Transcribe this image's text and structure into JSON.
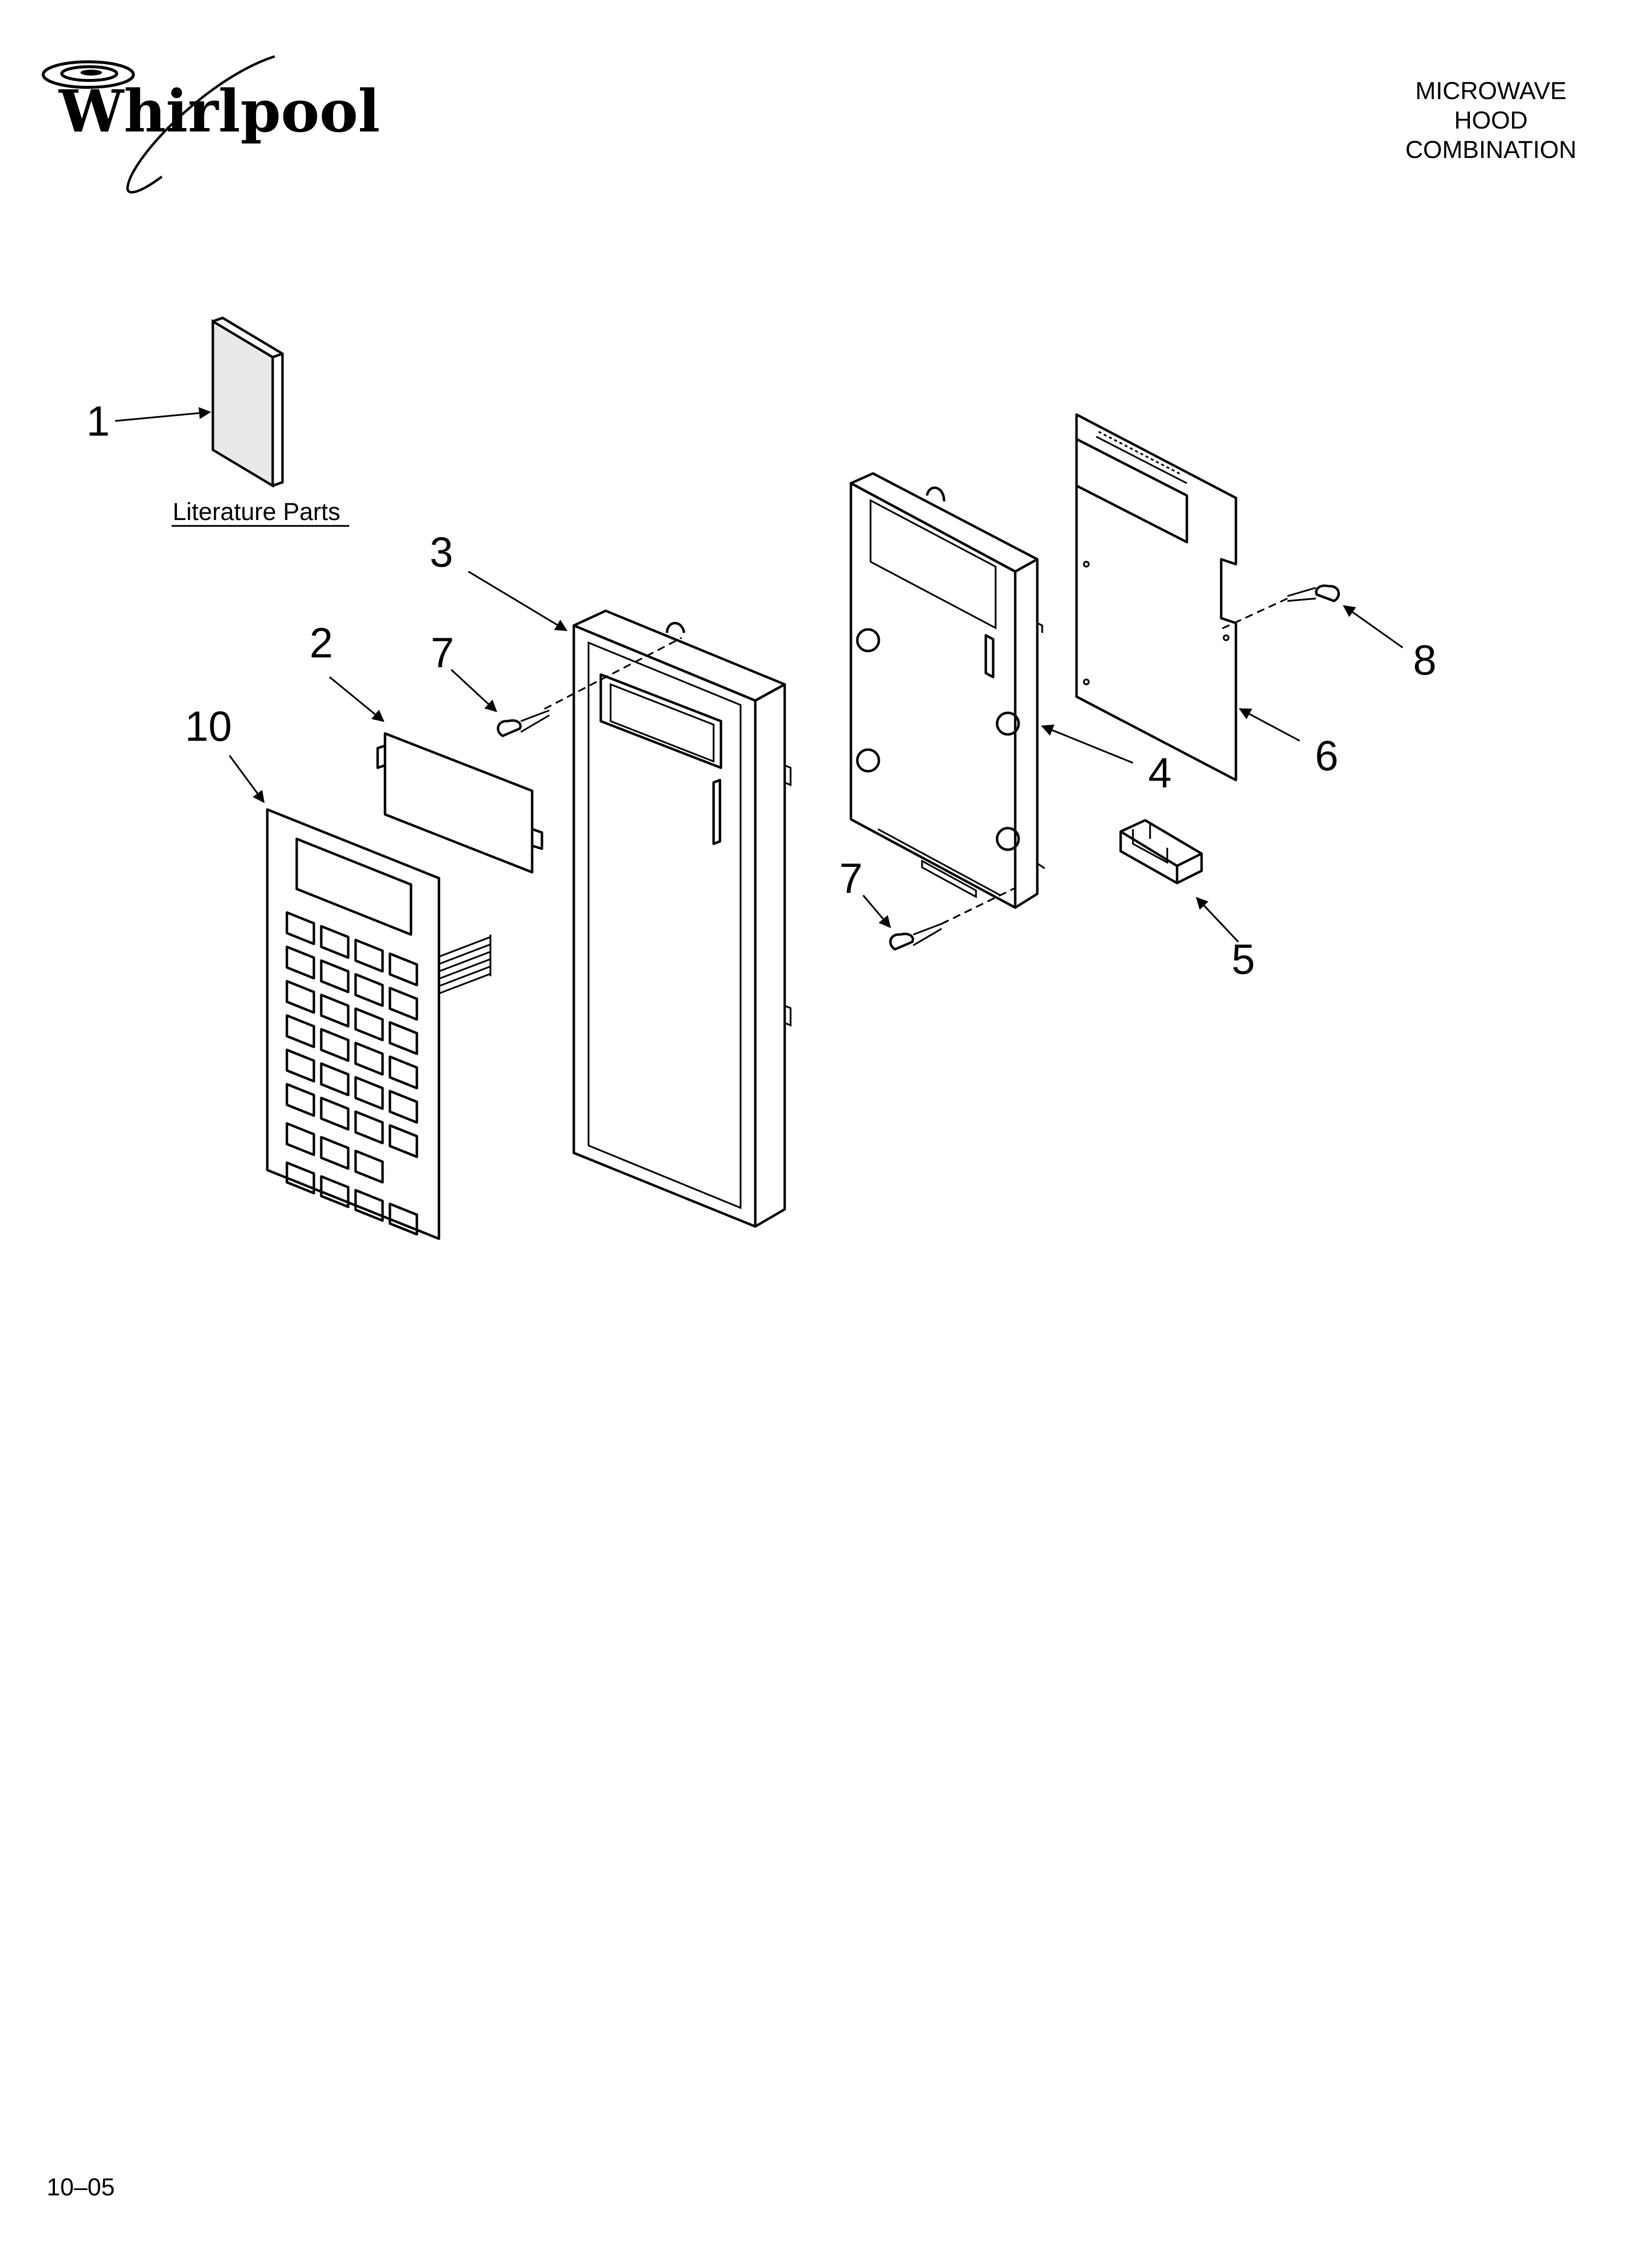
{
  "brand": {
    "name": "Whirlpool"
  },
  "header": {
    "lines": [
      "MICROWAVE",
      "HOOD",
      "COMBINATION"
    ]
  },
  "footer": {
    "code": "10–05"
  },
  "literature": {
    "label": "Literature Parts"
  },
  "callouts": [
    "1",
    "2",
    "3",
    "7",
    "10",
    "4",
    "6",
    "8",
    "7",
    "5"
  ]
}
